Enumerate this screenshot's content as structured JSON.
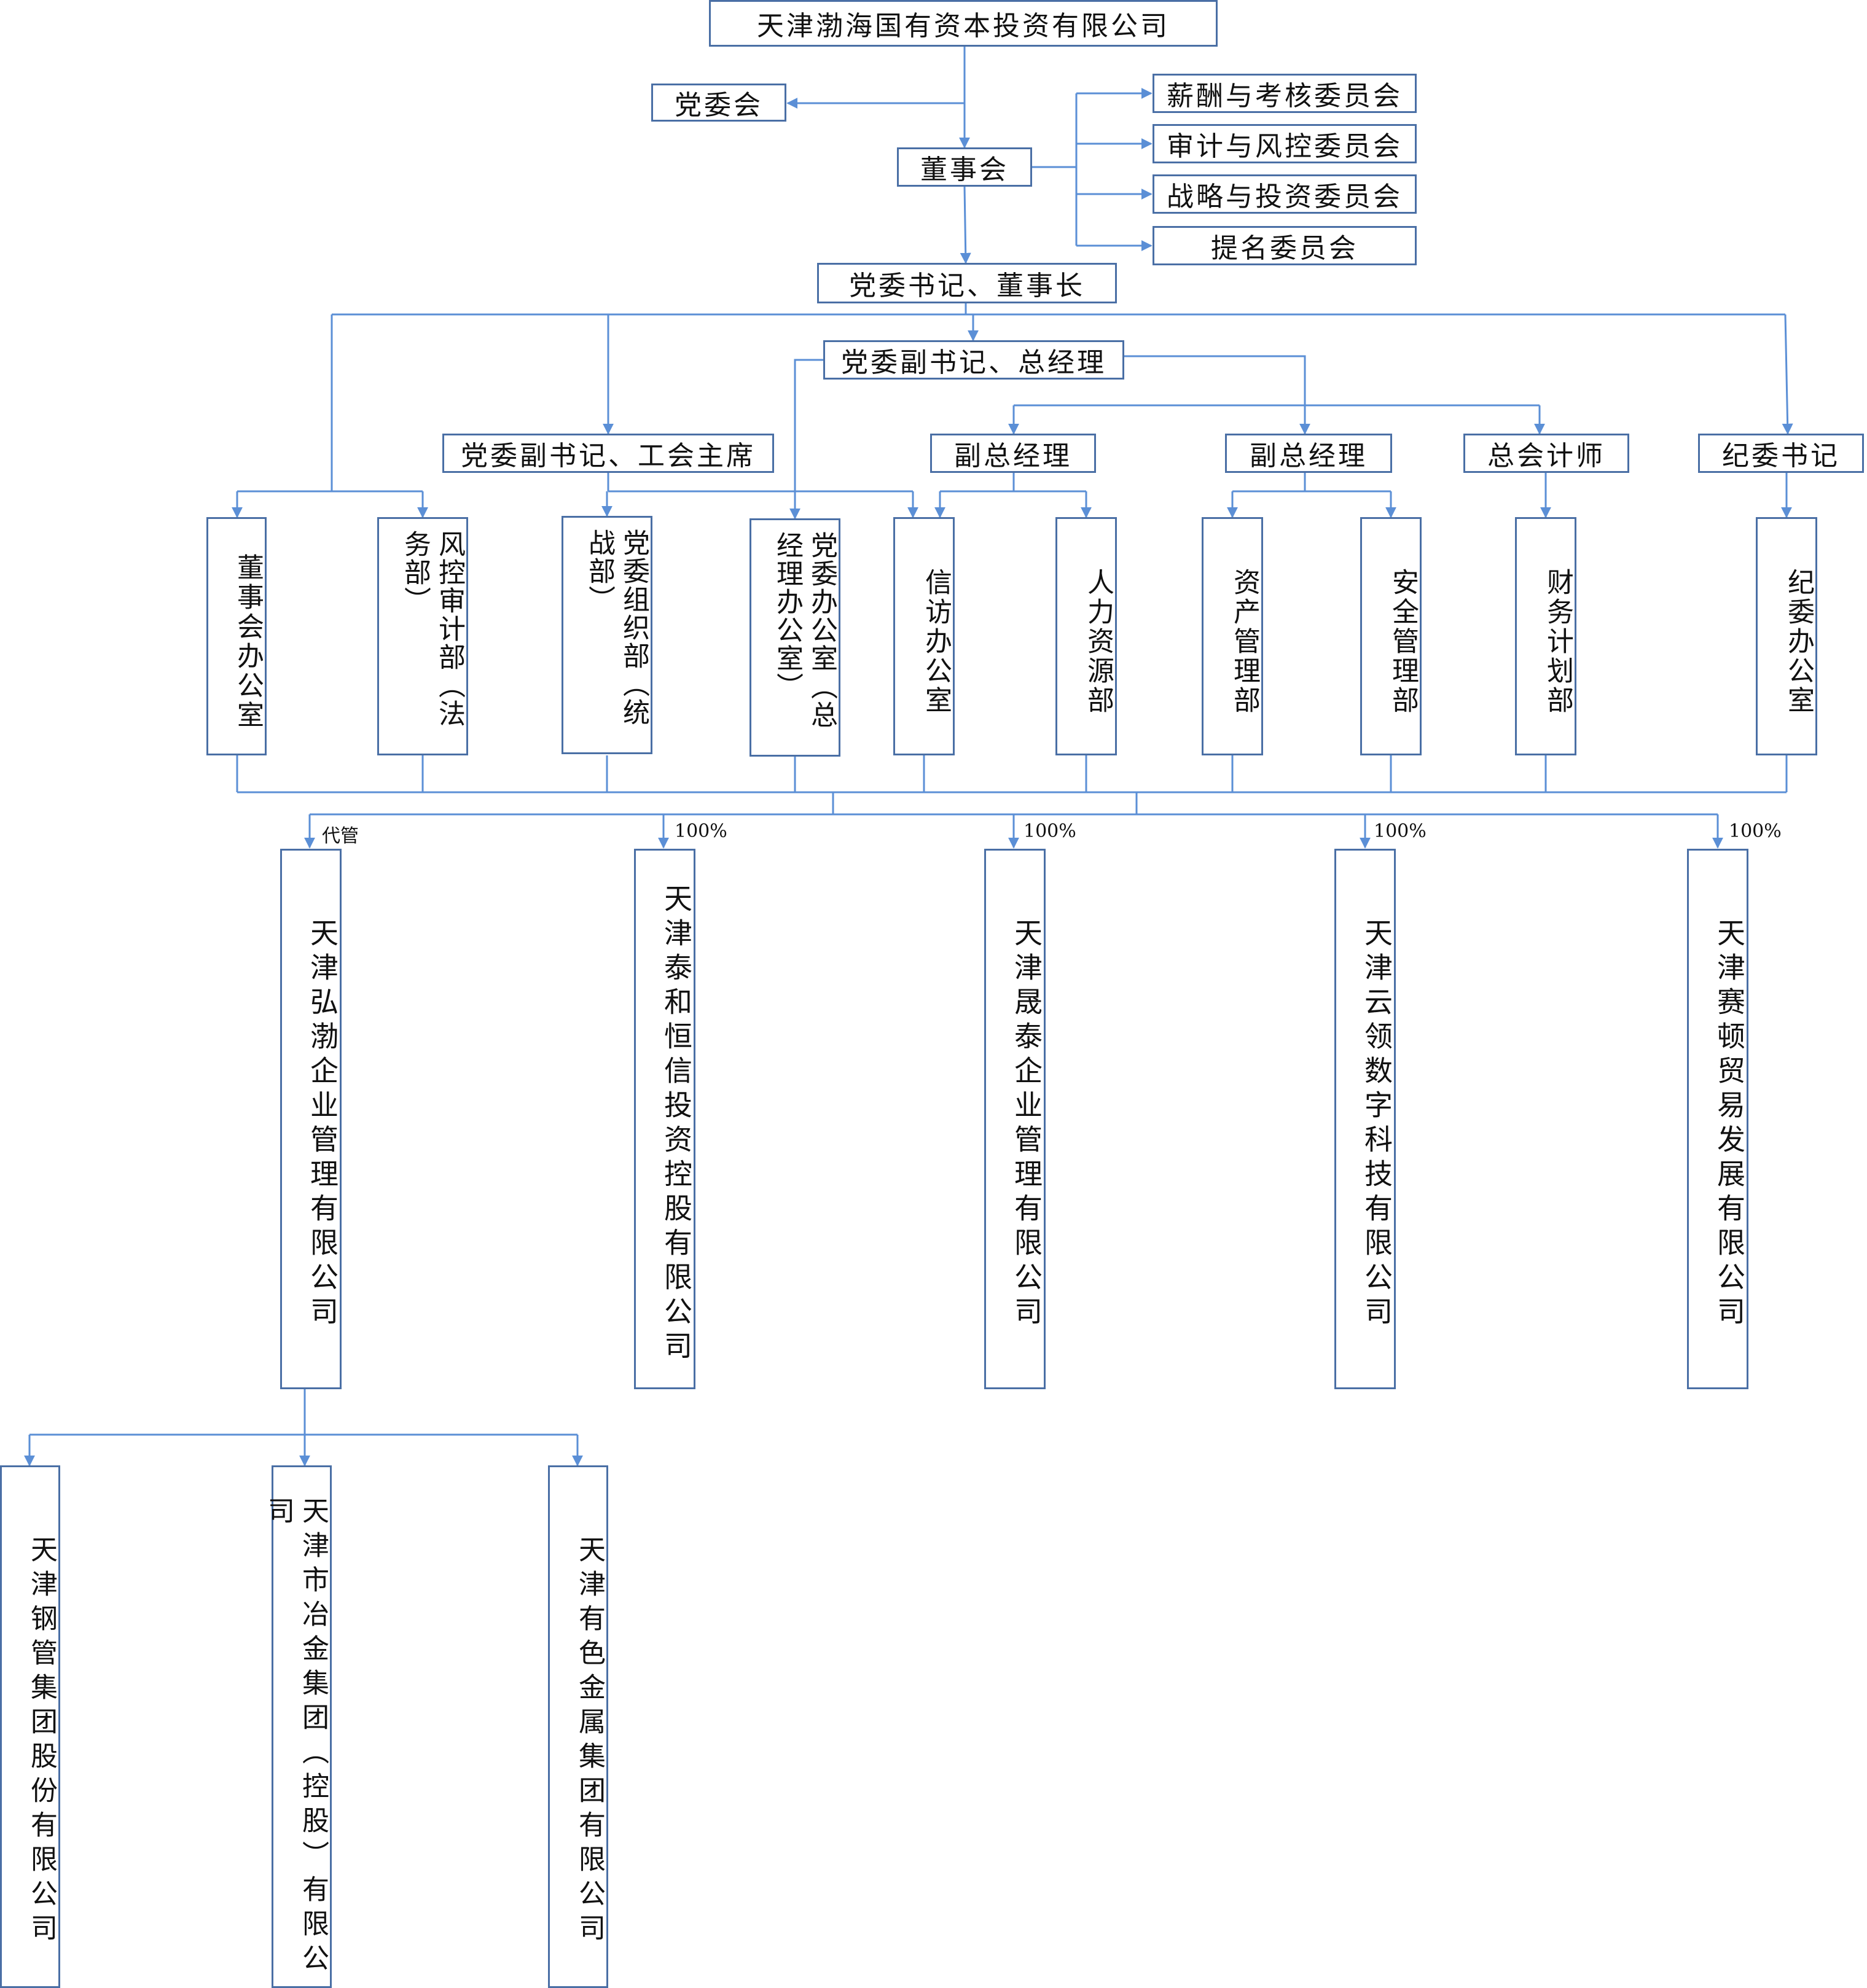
{
  "top": {
    "company": "天津渤海国有资本投资有限公司"
  },
  "governance": {
    "party_committee": "党委会",
    "board": "董事会",
    "committees": [
      "薪酬与考核委员会",
      "审计与风控委员会",
      "战略与投资委员会",
      "提名委员会"
    ]
  },
  "leaders": {
    "secretary_chairman": "党委书记、董事长",
    "deputy_secretary_gm": "党委副书记、总经理",
    "deputy_secretary_union": "党委副书记、工会主席",
    "vice_gm_1": "副总经理",
    "vice_gm_2": "副总经理",
    "chief_accountant": "总会计师",
    "discipline_secretary": "纪委书记"
  },
  "departments": [
    "董事会办公室",
    "风控审计部（法务部）",
    "党委组织部（统战部）",
    "党委办公室（总经理办公室）",
    "信访办公室",
    "人力资源部",
    "资产管理部",
    "安全管理部",
    "财务计划部",
    "纪委办公室"
  ],
  "subsidiaries": [
    {
      "name": "天津弘渤企业管理有限公司",
      "relation": "代管"
    },
    {
      "name": "天津泰和恒信投资控股有限公司",
      "relation": "100%"
    },
    {
      "name": "天津晟泰企业管理有限公司",
      "relation": "100%"
    },
    {
      "name": "天津云领数字科技有限公司",
      "relation": "100%"
    },
    {
      "name": "天津赛顿贸易发展有限公司",
      "relation": "100%"
    }
  ],
  "managed_groups": [
    "天津钢管集团股份有限公司",
    "天津市冶金集团（控股）有限公司",
    "天津有色金属集团有限公司"
  ],
  "colors": {
    "box_border": "#4a6fa5",
    "line": "#5b8fd6",
    "text": "#111111"
  }
}
